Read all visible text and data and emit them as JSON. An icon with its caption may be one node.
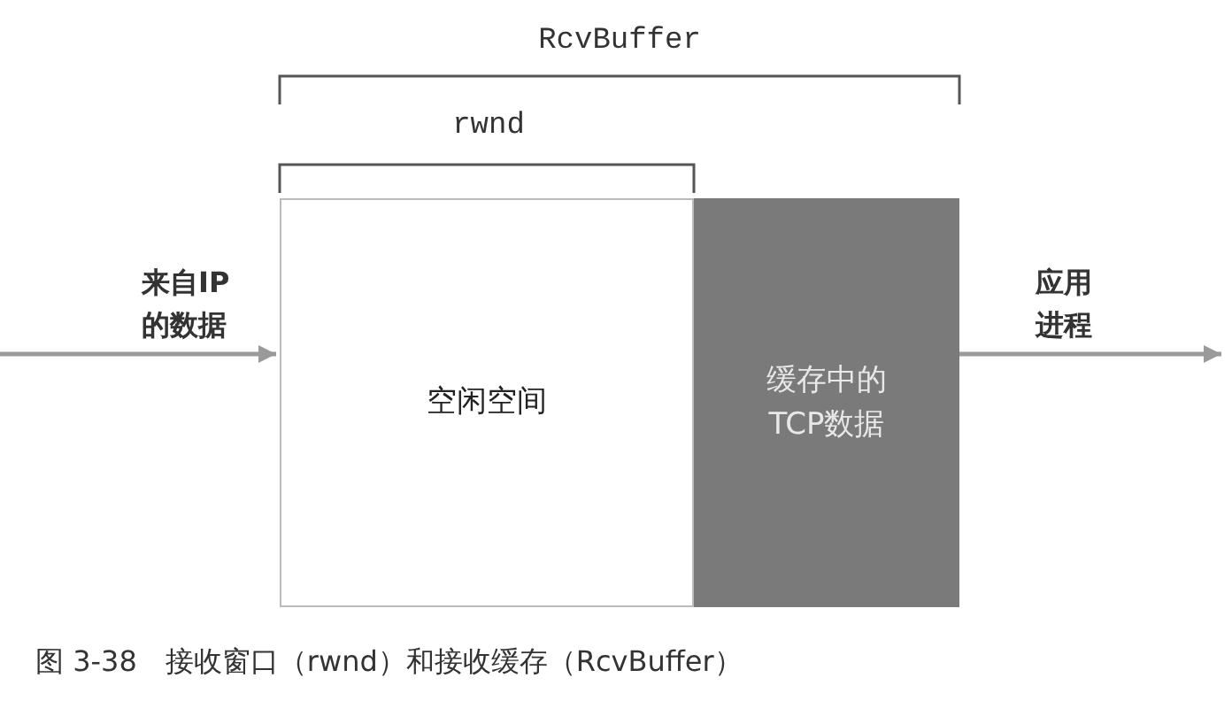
{
  "diagram": {
    "caption": "图 3-38　接收窗口（rwnd）和接收缓存（RcvBuffer）",
    "nodes": [
      {
        "text": [
          "空闲空间"
        ]
      },
      {
        "text": [
          "缓存中的TCP数据"
        ]
      }
    ],
    "edges": [
      {
        "from": null,
        "to": 0,
        "arrow": "to",
        "label": "来自IP的数据"
      },
      {
        "from": 1,
        "to": null,
        "arrow": "to",
        "label": "应用进程"
      }
    ],
    "labels": [
      "RcvBuffer",
      "rwnd"
    ]
  }
}
